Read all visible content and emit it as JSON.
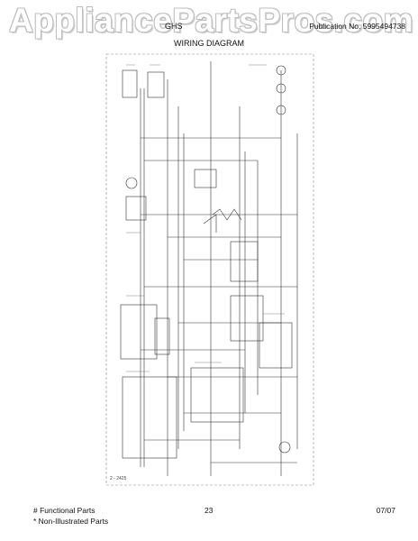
{
  "watermark": "AppliancePartsPros.com",
  "header": {
    "model": "GHS",
    "publication": "Publication No. 5995494738"
  },
  "title": "WIRING DIAGRAM",
  "footer": {
    "functional_parts": "# Functional Parts",
    "non_illustrated_parts": "* Non-Illustrated Parts",
    "page_number": "23",
    "date": "07/07"
  },
  "diagram": {
    "corner_label": "2 - 2425"
  }
}
